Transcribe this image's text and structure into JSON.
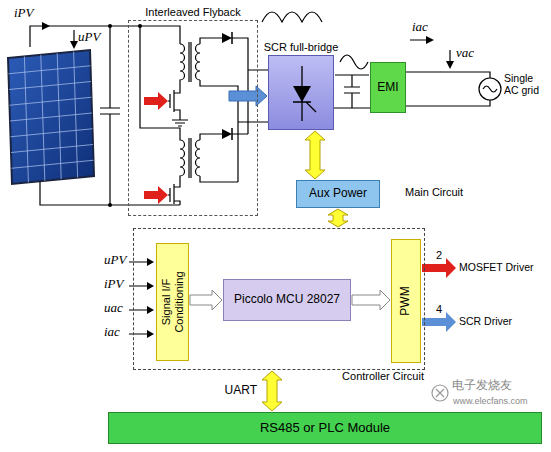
{
  "diagram": {
    "nodes": [
      {
        "text": [
          "Interleaved Flyback"
        ]
      },
      {
        "text": [
          "SCR full-bridge"
        ]
      },
      {
        "text": [
          "EMI"
        ]
      },
      {
        "text": [
          "Aux Power"
        ]
      },
      {
        "text": [
          "Controller Circuit"
        ]
      },
      {
        "text": [
          "Signal I/F Conditioning"
        ],
        "in": 4
      },
      {
        "text": [
          "Piccolo MCU 28027"
        ],
        "in": 4
      },
      {
        "text": [
          "PWM"
        ],
        "in": 4
      },
      {
        "text": [
          "RS485 or PLC Module"
        ]
      }
    ],
    "edges": [
      {
        "from": 0,
        "to": 1,
        "arrow": "to"
      },
      {
        "from": 1,
        "to": 2,
        "arrow": "none"
      },
      {
        "from": 1,
        "to": 3,
        "arrow": "both"
      },
      {
        "from": 3,
        "to": 4,
        "arrow": "both"
      },
      {
        "from": 4,
        "to": 8,
        "label": "UART",
        "arrow": "both"
      },
      {
        "from": 5,
        "to": 6,
        "arrow": "to"
      },
      {
        "from": 6,
        "to": 7,
        "arrow": "to"
      }
    ],
    "labels": [
      "iPV",
      "uPV",
      "iac",
      "vac",
      "Single AC grid",
      "Main Circuit",
      "uPV",
      "iPV",
      "uac",
      "iac",
      "2",
      "MOSFET Driver",
      "4",
      "SCR Driver",
      "电子发烧友",
      "www.elecfans.com"
    ]
  }
}
